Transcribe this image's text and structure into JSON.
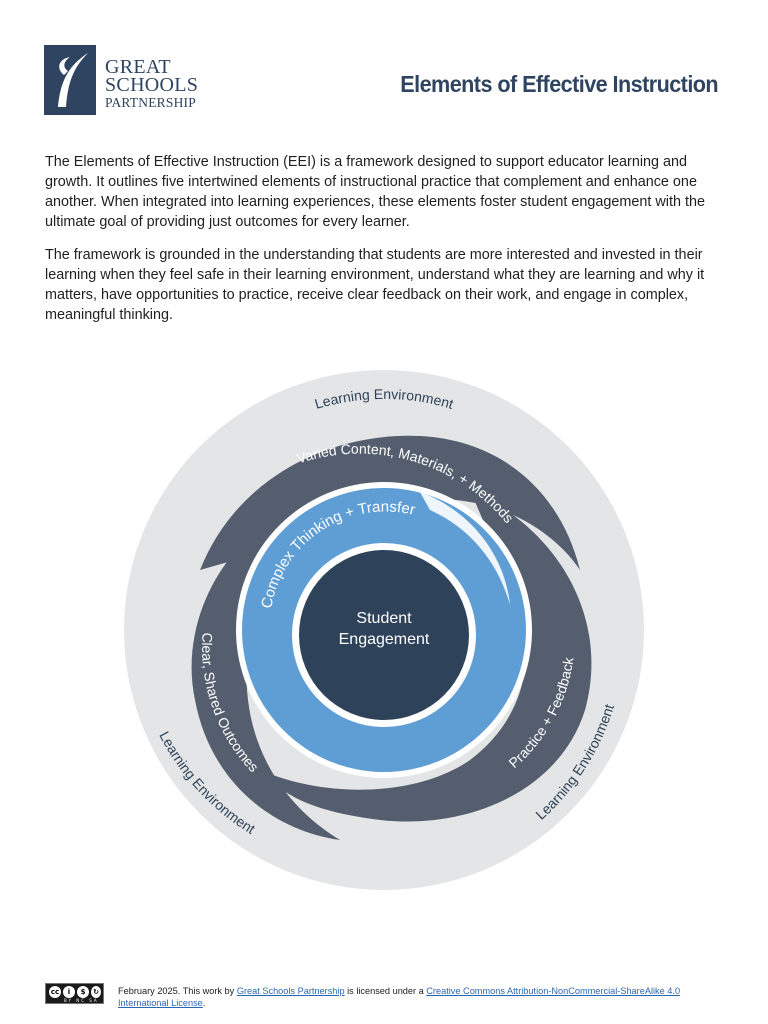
{
  "header": {
    "logo_line1": "GREAT",
    "logo_line2": "SCHOOLS",
    "logo_line3": "PARTNERSHIP",
    "title": "Elements of Effective Instruction"
  },
  "intro": {
    "paragraph1": "The Elements of Effective Instruction (EEI) is a framework designed to support educator learning and growth. It outlines five intertwined elements of instructional practice that complement and enhance one another. When integrated into learning experiences, these elements foster student engagement with the ultimate goal of providing just outcomes for every learner.",
    "paragraph2": "The framework is grounded in the understanding that students are more interested and invested in their learning when they feel safe in their learning environment, understand what they are learning and why it matters, have opportunities to practice, receive clear feedback on their work, and engage in complex, meaningful thinking."
  },
  "diagram": {
    "center_line1": "Student",
    "center_line2": "Engagement",
    "ring_complex": "Complex Thinking + Transfer",
    "ring_varied": "Varied Content, Materials, + Methods",
    "ring_clear": "Clear, Shared Outcomes",
    "ring_practice": "Practice + Feedback",
    "env_top": "Learning Environment",
    "env_left": "Learning Environment",
    "env_right": "Learning Environment",
    "colors": {
      "outer": "#e4e5e6",
      "dark_band": "#545e6e",
      "light_blue": "#5f9ed5",
      "center": "#2e4259",
      "white_gap": "#ffffff"
    }
  },
  "footer": {
    "cc_badge": "BY NC SA",
    "text_before": "February 2025. This work by ",
    "link1": "Great Schools Partnership",
    "text_middle": " is licensed under a ",
    "link2": "Creative Commons Attribution-NonCommercial-ShareAlike 4.0 International License",
    "text_after": "."
  }
}
